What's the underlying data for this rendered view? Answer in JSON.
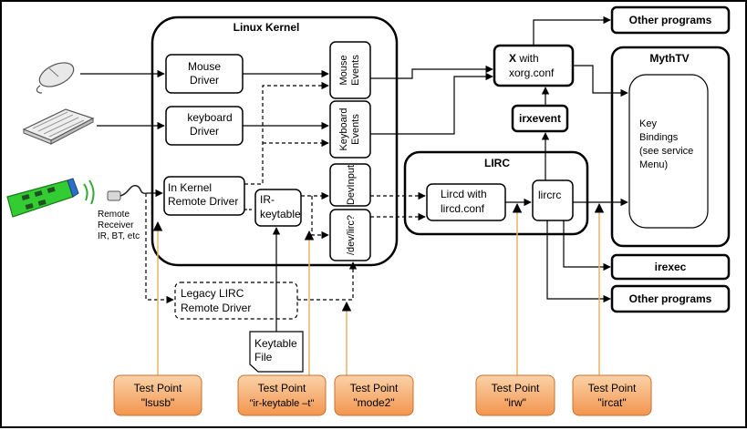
{
  "kernel": {
    "title": "Linux Kernel"
  },
  "drivers": {
    "mouse": [
      "Mouse",
      "Driver"
    ],
    "keyboard": [
      "keyboard",
      "Driver"
    ],
    "remote": [
      "In Kernel",
      "Remote Driver"
    ],
    "irkeytable": [
      "IR-",
      "keytable"
    ],
    "legacy": [
      "Legacy LIRC",
      "Remote Driver"
    ]
  },
  "events": {
    "mouse": [
      "Mouse",
      "Events"
    ],
    "keyboard": [
      "Keyboard",
      "Events"
    ],
    "devinput": "DevInput",
    "devlirc": "/dev/lirc?"
  },
  "lirc": {
    "title": "LIRC",
    "lircd": [
      "Lircd with",
      "lircd.conf"
    ],
    "lircrc": "lircrc"
  },
  "x": [
    "X with",
    "xorg.conf"
  ],
  "irxevent": "irxevent",
  "other_programs_top": "Other programs",
  "other_programs_bottom": "Other programs",
  "irexec": "irexec",
  "mythtv": {
    "title": "MythTV",
    "bindings": [
      "Key",
      "Bindings",
      "(see service",
      "Menu)"
    ]
  },
  "receiver": [
    "Remote",
    "Receiver",
    "IR, BT, etc"
  ],
  "keytable_file": [
    "Keytable",
    "File"
  ],
  "test_points": [
    {
      "title": "Test Point",
      "cmd": "\"lsusb\""
    },
    {
      "title": "Test Point",
      "cmd": "\"ir-keytable –t\""
    },
    {
      "title": "Test Point",
      "cmd": "\"mode2\""
    },
    {
      "title": "Test Point",
      "cmd": "\"irw\""
    },
    {
      "title": "Test Point",
      "cmd": "\"ircat\""
    }
  ],
  "colors": {
    "test_point_fill": "#f4a460",
    "test_point_line": "#f0b060",
    "remote_green": "#33cc33"
  },
  "icons": [
    "mouse-icon",
    "keyboard-icon",
    "remote-control-icon",
    "receiver-icon"
  ]
}
